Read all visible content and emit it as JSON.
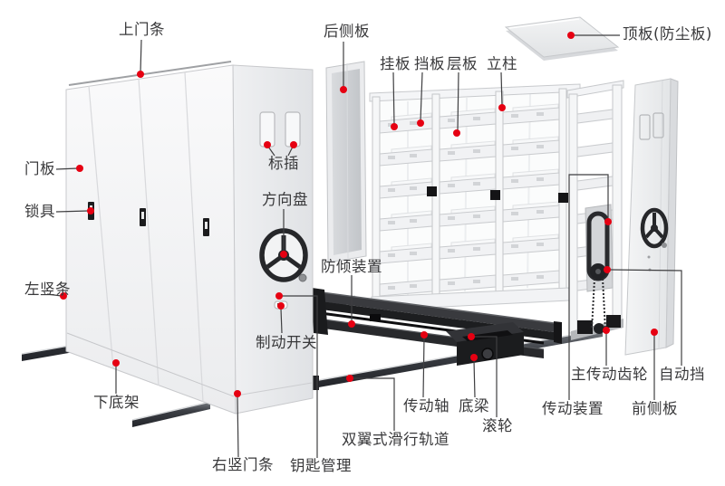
{
  "diagram": {
    "type": "exploded-parts-callout-diagram",
    "subject": "mobile-compact-shelving-unit"
  },
  "labels": {
    "top_door_strip": "上门条",
    "rear_side_panel": "后侧板",
    "hanging_board": "挂板",
    "baffle_board": "挡板",
    "shelf_board": "层板",
    "column": "立柱",
    "top_panel": "顶板(防尘板)",
    "door_panel": "门板",
    "lock": "锁具",
    "label_insert": "标插",
    "steering_wheel": "方向盘",
    "left_vertical_strip": "左竖条",
    "anti_tilt_device": "防倾装置",
    "brake_switch": "制动开关",
    "bottom_frame": "下底架",
    "right_vertical_door_strip": "右竖门条",
    "key_management": "钥匙管理",
    "double_wing_sliding_rail": "双翼式滑行轨道",
    "drive_shaft": "传动轴",
    "bottom_beam": "底梁",
    "roller": "滚轮",
    "main_drive_gear": "主传动齿轮",
    "auto_stop": "自动挡",
    "transmission_device": "传动装置",
    "front_side_panel": "前侧板"
  },
  "colors": {
    "background": "#ffffff",
    "callout_dot": "#e60012",
    "leader_line": "#3f3f41",
    "label_text": "#39393b",
    "cabinet_face": "#f5f5f7",
    "chassis_dark": "#202124",
    "rail_gray": "#44484e"
  }
}
